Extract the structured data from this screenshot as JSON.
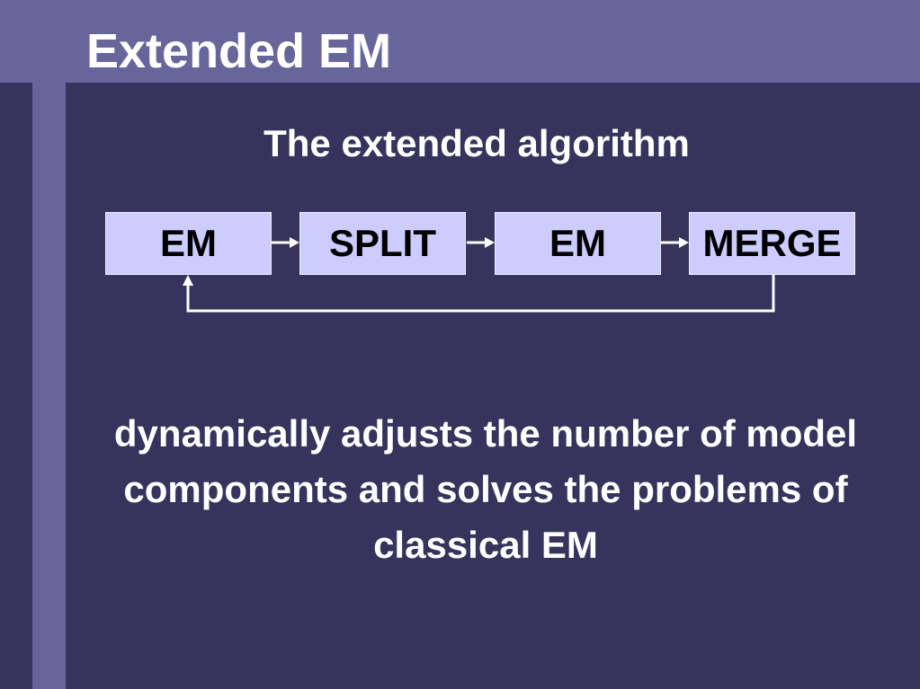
{
  "slide": {
    "title": "Extended EM",
    "subtitle": "The extended algorithm",
    "body": "dynamically adjusts the number of model components and solves the problems of classical EM"
  },
  "diagram": {
    "nodes": [
      {
        "id": "em-1",
        "label": "EM"
      },
      {
        "id": "split",
        "label": "SPLIT"
      },
      {
        "id": "em-2",
        "label": "EM"
      },
      {
        "id": "merge",
        "label": "MERGE"
      }
    ],
    "edges": [
      {
        "from": "em-1",
        "to": "split"
      },
      {
        "from": "split",
        "to": "em-2"
      },
      {
        "from": "em-2",
        "to": "merge"
      },
      {
        "from": "merge",
        "to": "em-1"
      }
    ]
  },
  "colors": {
    "background": "#36335c",
    "accent_band": "#67669b",
    "box_fill": "#ccccff",
    "text": "#ffffff",
    "box_text": "#000000"
  }
}
